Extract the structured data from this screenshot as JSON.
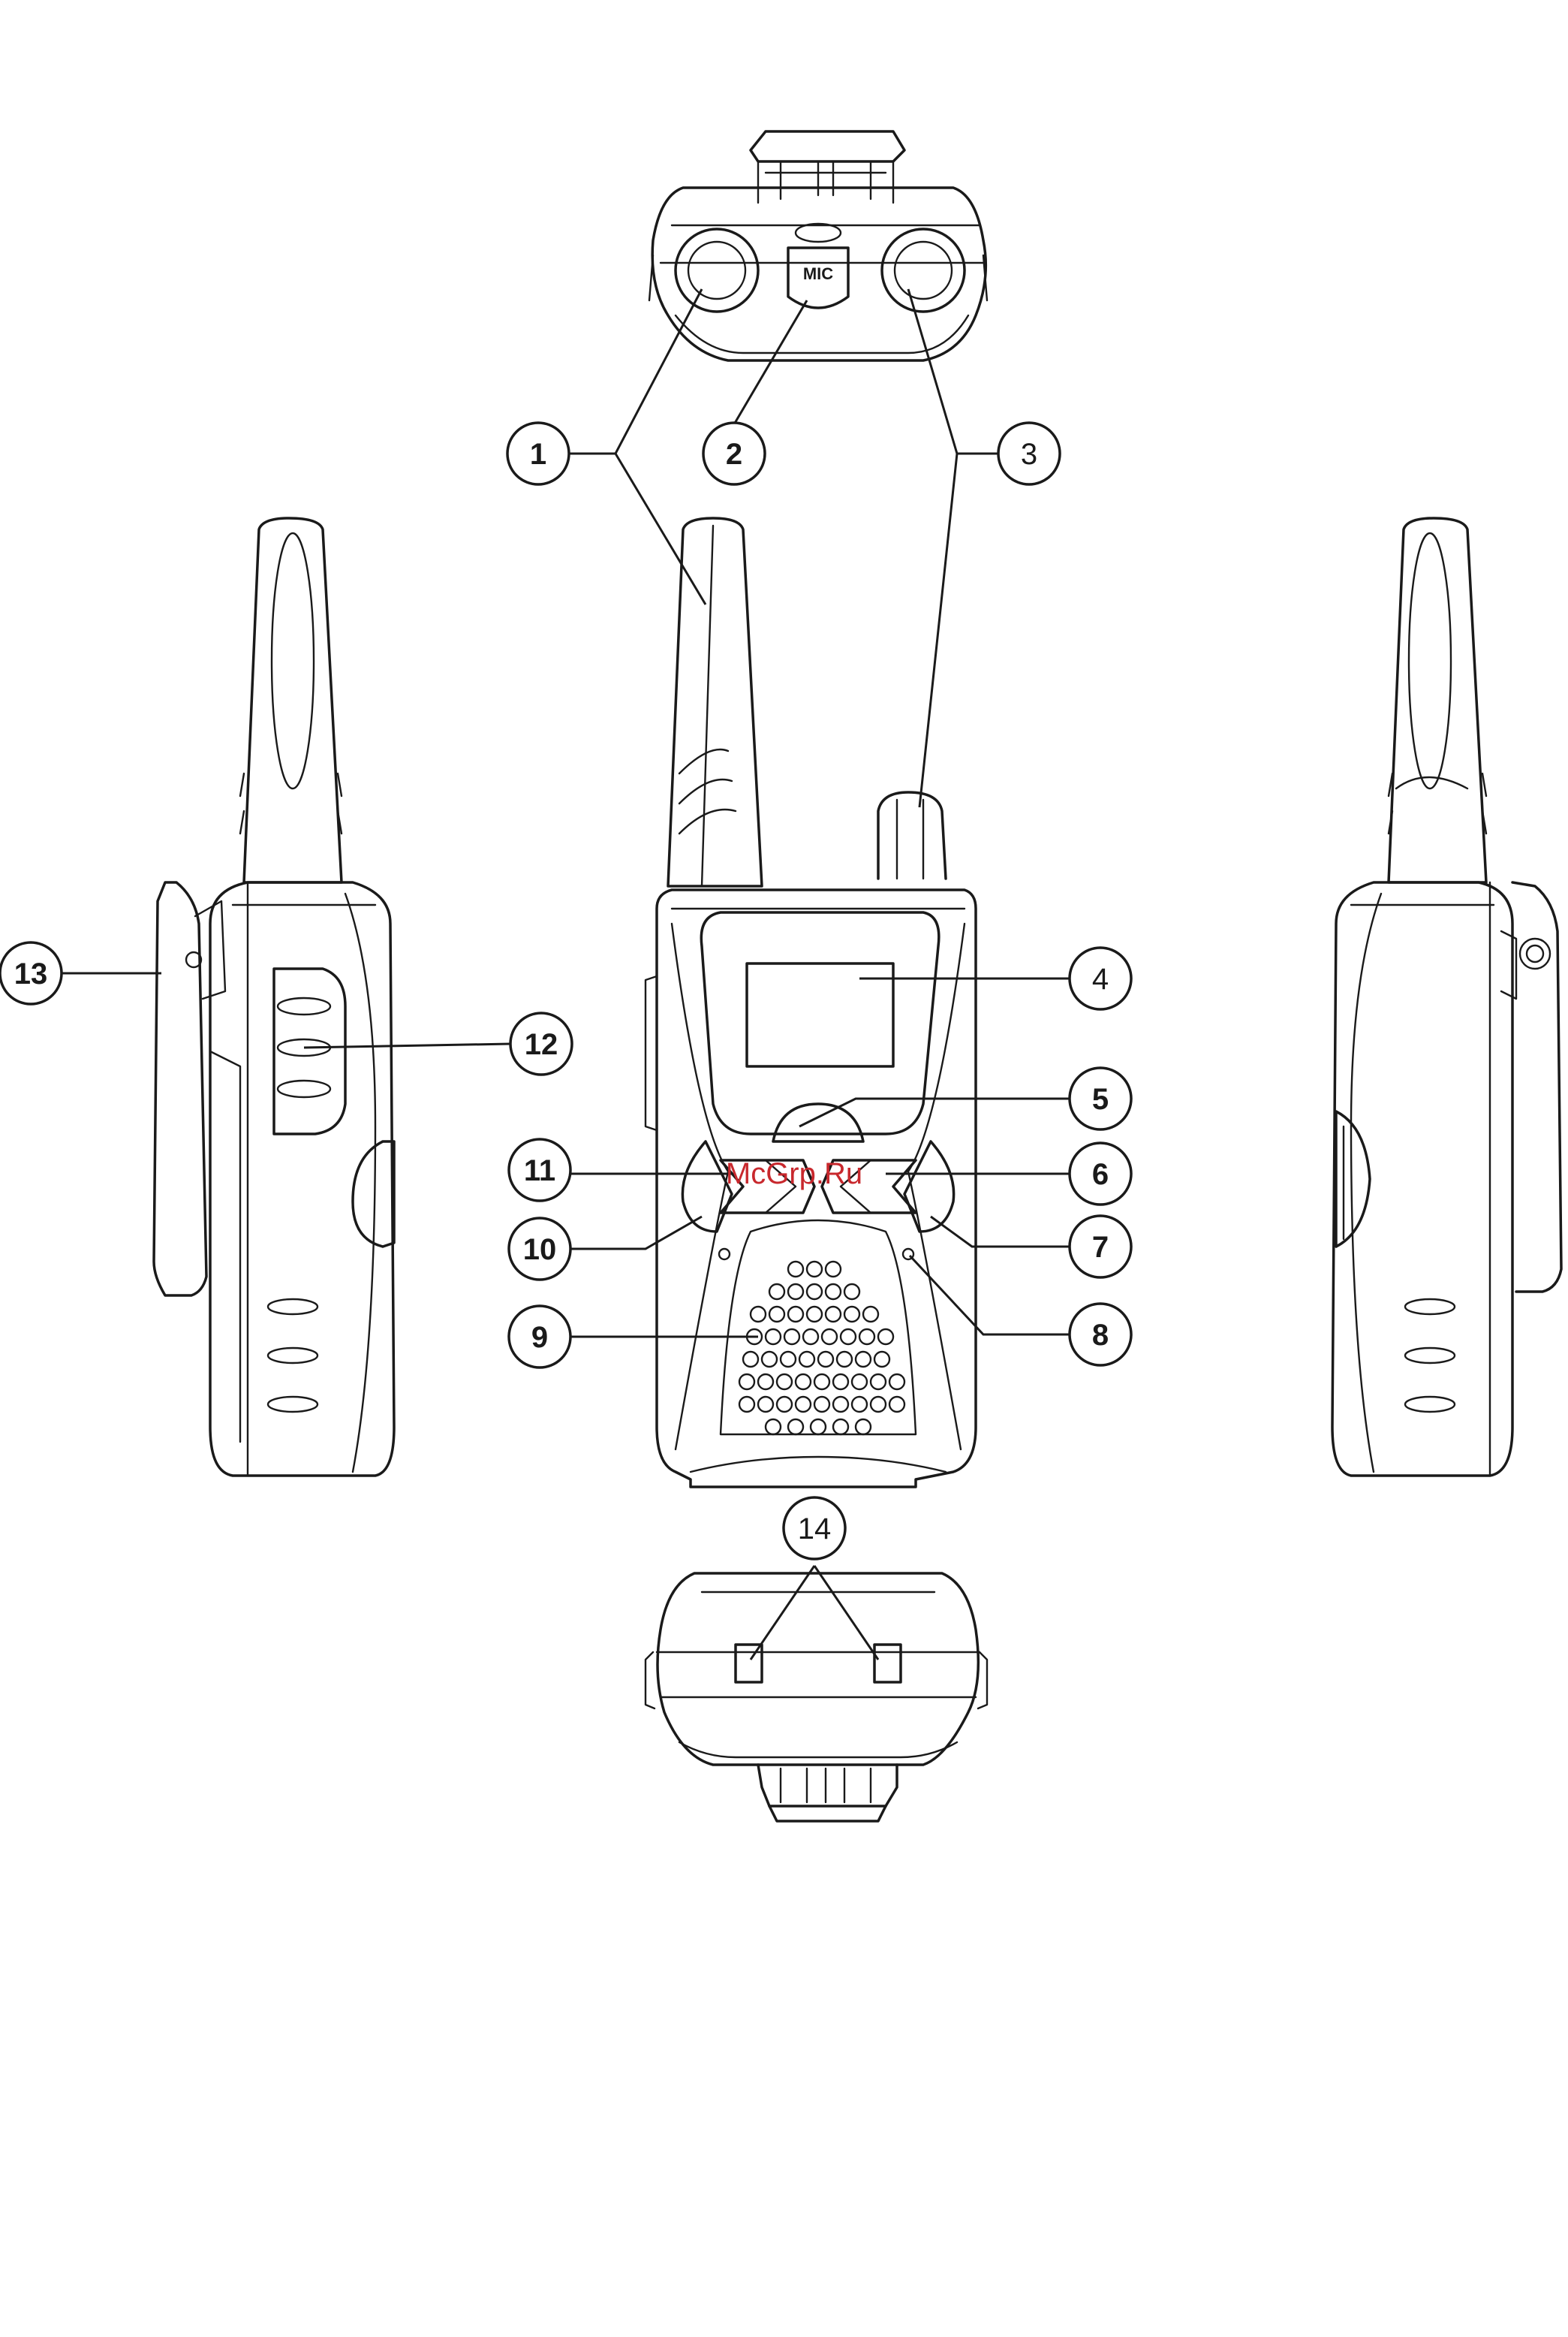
{
  "device_label": "MIC",
  "watermark": "McGrp.Ru",
  "callouts": [
    {
      "number": "1"
    },
    {
      "number": "2"
    },
    {
      "number": "3"
    },
    {
      "number": "4"
    },
    {
      "number": "5"
    },
    {
      "number": "6"
    },
    {
      "number": "7"
    },
    {
      "number": "8"
    },
    {
      "number": "9"
    },
    {
      "number": "10"
    },
    {
      "number": "11"
    },
    {
      "number": "12"
    },
    {
      "number": "13"
    },
    {
      "number": "14"
    }
  ]
}
